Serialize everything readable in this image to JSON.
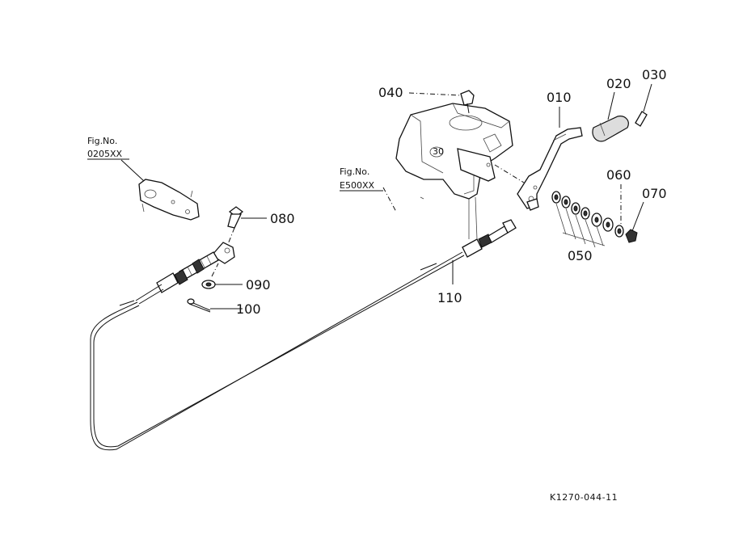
{
  "callouts": {
    "p010": "010",
    "p020": "020",
    "p030": "030",
    "p040": "040",
    "p050": "050",
    "p060": "060",
    "p070": "070",
    "p080": "080",
    "p090": "090",
    "p100": "100",
    "p110": "110"
  },
  "figure_refs": {
    "ref1": {
      "title": "Fig.No.",
      "number": "0205XX"
    },
    "ref2": {
      "title": "Fig.No.",
      "number": "E500XX"
    }
  },
  "drawing_code": "K1270-044-11"
}
